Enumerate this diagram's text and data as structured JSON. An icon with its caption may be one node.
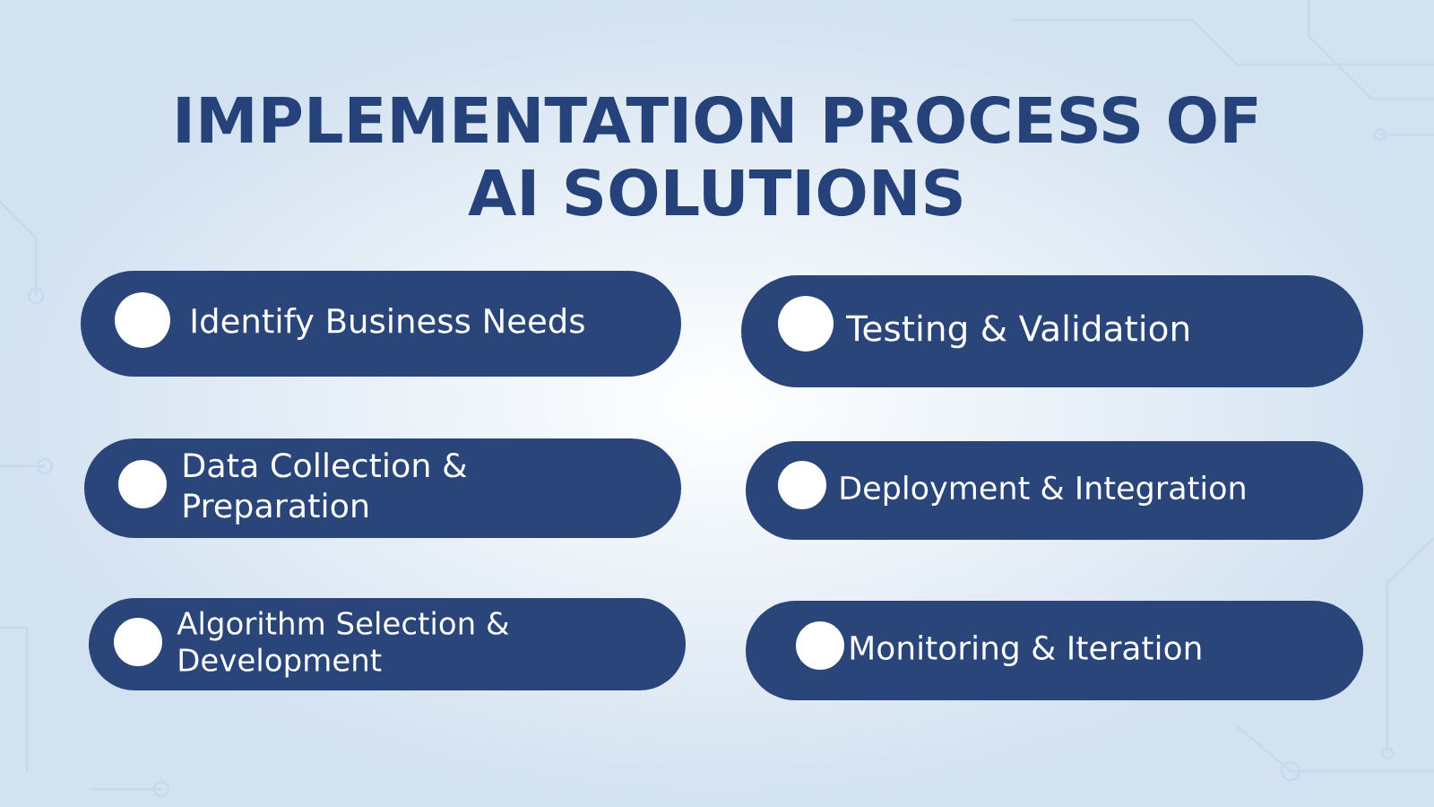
{
  "diagram": {
    "title": "IMPLEMENTATION PROCESS OF AI SOLUTIONS",
    "nodes": [
      {
        "text": [
          "Identify Business Needs"
        ]
      },
      {
        "text": [
          "Data Collection & Preparation"
        ]
      },
      {
        "text": [
          "Algorithm Selection & Development"
        ]
      },
      {
        "text": [
          "Testing & Validation"
        ]
      },
      {
        "text": [
          "Deployment & Integration"
        ]
      },
      {
        "text": [
          "Monitoring & Iteration"
        ]
      }
    ]
  }
}
